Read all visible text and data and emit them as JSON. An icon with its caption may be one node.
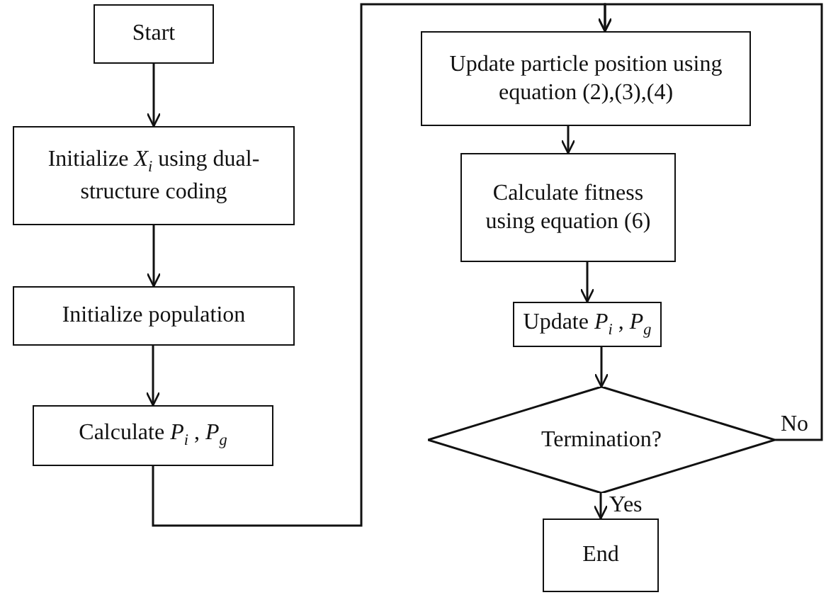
{
  "diagram": {
    "nodes": [
      {
        "text": [
          "Start"
        ]
      },
      {
        "text": [
          "Initialize *X*$_{i}$ using dual-structure coding"
        ]
      },
      {
        "text": [
          "Initialize population"
        ]
      },
      {
        "text": [
          "Calculate *P*$_{i}$ , *P*$_{g}$"
        ]
      },
      {
        "text": [
          "Update particle position using equation (2),(3),(4)"
        ]
      },
      {
        "text": [
          "Calculate fitness using equation (6)"
        ]
      },
      {
        "text": [
          "Update *P*$_{i}$ , *P*$_{g}$"
        ]
      },
      {
        "text": [
          "Termination?"
        ]
      },
      {
        "text": [
          "End"
        ]
      }
    ],
    "edges": [
      {
        "from": 0,
        "to": 1,
        "arrow": "to"
      },
      {
        "from": 1,
        "to": 2,
        "arrow": "to"
      },
      {
        "from": 2,
        "to": 3,
        "arrow": "to"
      },
      {
        "from": 3,
        "to": 4,
        "arrow": "to"
      },
      {
        "from": 4,
        "to": 5,
        "arrow": "to"
      },
      {
        "from": 5,
        "to": 6,
        "arrow": "to"
      },
      {
        "from": 6,
        "to": 7,
        "arrow": "to"
      },
      {
        "from": 7,
        "to": 8,
        "arrow": "to",
        "label": "Yes"
      },
      {
        "from": 7,
        "to": 4,
        "arrow": "to",
        "label": "No"
      }
    ]
  }
}
